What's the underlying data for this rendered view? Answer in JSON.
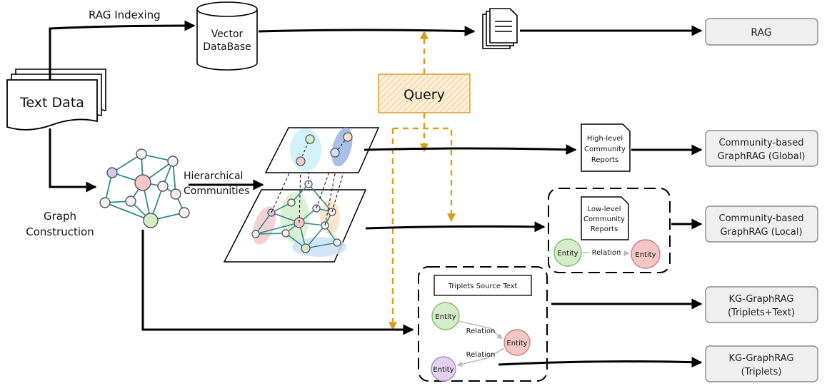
{
  "nodes": {
    "text_data": "Text Data",
    "vector_db_line1": "Vector",
    "vector_db_line2": "DataBase",
    "query": "Query",
    "graph_construction_line1": "Graph",
    "graph_construction_line2": "Construction",
    "hierarchical_line1": "Hierarchical",
    "hierarchical_line2": "Communities",
    "high_level_line1": "High-level",
    "high_level_line2": "Community",
    "high_level_line3": "Reports",
    "low_level_line1": "Low-level",
    "low_level_line2": "Community",
    "low_level_line3": "Reports",
    "triplets_source_text": "Triplets Source Text",
    "entity": "Entity",
    "relation": "Relation"
  },
  "edges": {
    "rag_indexing": "RAG Indexing"
  },
  "outputs": {
    "rag": "RAG",
    "global_line1": "Community-based",
    "global_line2": "GraphRAG (Global)",
    "local_line1": "Community-based",
    "local_line2": "GraphRAG (Local)",
    "kg_text_line1": "KG-GraphRAG",
    "kg_text_line2": "(Triplets+Text)",
    "kg_triplets_line1": "KG-GraphRAG",
    "kg_triplets_line2": "(Triplets)"
  },
  "colors": {
    "query_fill": "#fbe6c4",
    "query_stroke": "#d9a441",
    "dashed_arrow": "#d4a017",
    "graph_edge": "#2c8c86",
    "output_fill": "#efefef",
    "entity_green": "#d5ecc9",
    "entity_red": "#f4c6c6",
    "entity_purple": "#e3d1ef"
  }
}
